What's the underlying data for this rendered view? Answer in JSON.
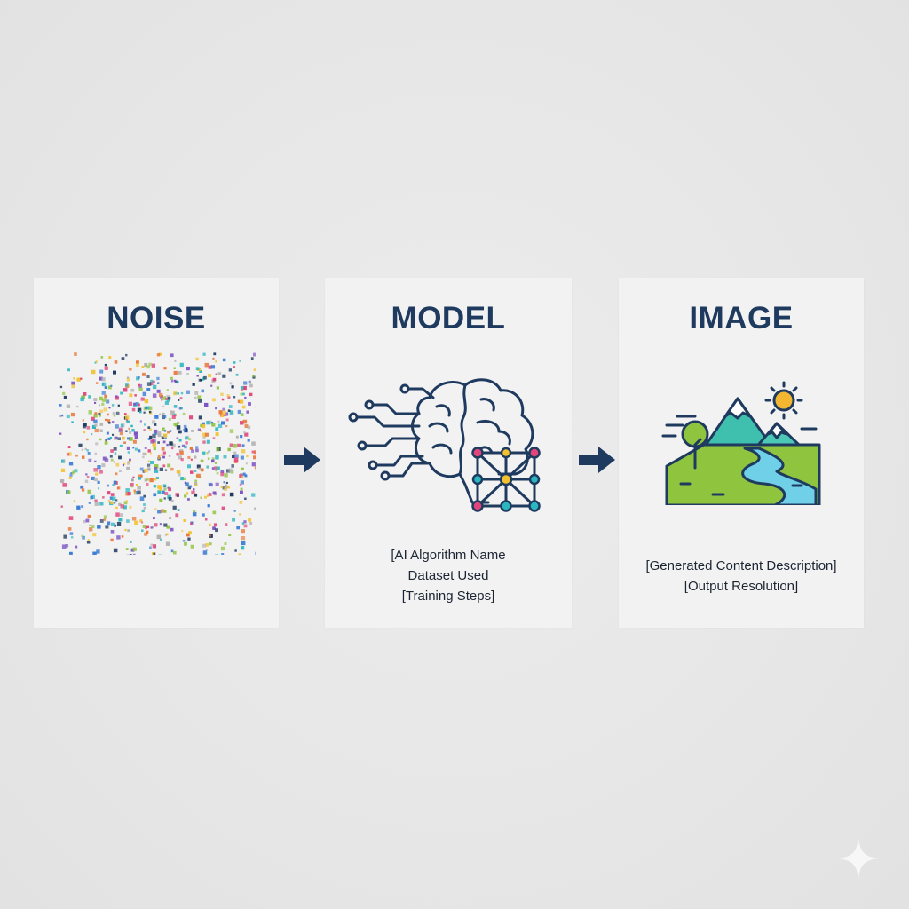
{
  "panels": {
    "noise": {
      "title": "NOISE"
    },
    "model": {
      "title": "MODEL",
      "caption": {
        "line1": "[AI Algorithm Name",
        "line2": "Dataset Used",
        "line3": "[Training Steps]"
      }
    },
    "image": {
      "title": "IMAGE",
      "caption": {
        "line1": "[Generated Content Description]",
        "line2": "[Output Resolution]"
      }
    }
  },
  "icons": {
    "noise": "noise-pixels-icon",
    "model": "brain-network-icon",
    "image": "landscape-icon",
    "connectors": "arrow-right-icon",
    "corner": "sparkle-icon"
  },
  "colors": {
    "title": "#1f3a5f",
    "arrow": "#1f3a5f",
    "icon_stroke": "#1f3a5f",
    "noise_palette": [
      "#2bb6c0",
      "#e0457b",
      "#f2c230",
      "#3a7bd5",
      "#7a4fc2",
      "#8fc43f",
      "#1f3a5f",
      "#e8793c",
      "#b3b3b3"
    ],
    "node_colors": [
      "#e0457b",
      "#f2c230",
      "#2bb6c0"
    ],
    "mountain": "#3fbfae",
    "snow": "#ffffff",
    "river": "#6fd0e8",
    "grass": "#8fc43f",
    "sun": "#f2b630"
  }
}
